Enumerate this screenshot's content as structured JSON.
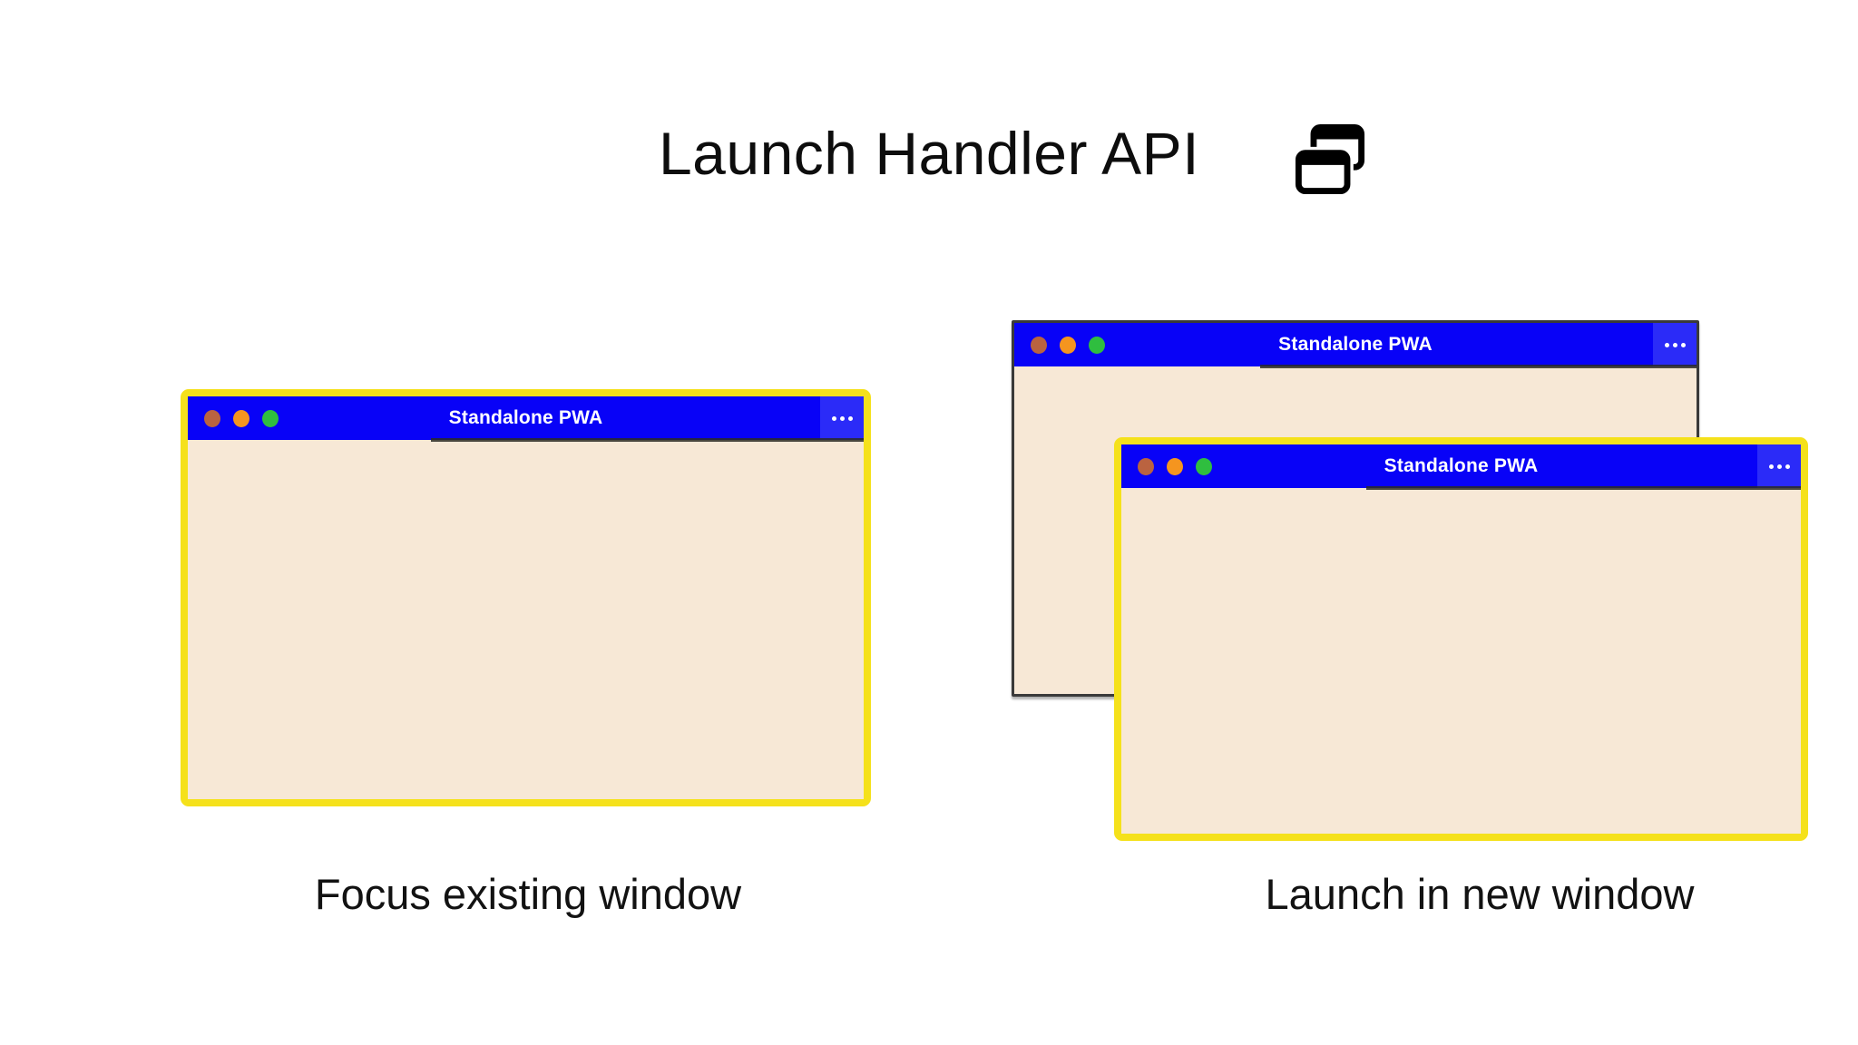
{
  "page": {
    "background": "#FFFFFF"
  },
  "header": {
    "title": "Launch Handler API",
    "icon": "overlapping-windows-icon"
  },
  "pwa_window": {
    "title": "Standalone PWA",
    "menu_icon": "ellipsis-icon",
    "colors": {
      "titlebar": "#0802F7",
      "menu_button": "#2B2BF8",
      "body": "#F7E8D6",
      "focused_border": "#F5E11B",
      "unfocused_border": "#3A3A3A",
      "title_text": "#FFFFFF"
    },
    "traffic_lights": [
      "#BA6340",
      "#F5951F",
      "#2FBE3F"
    ]
  },
  "scenarios": [
    {
      "caption": "Focus existing window"
    },
    {
      "caption": "Launch in new window"
    }
  ]
}
